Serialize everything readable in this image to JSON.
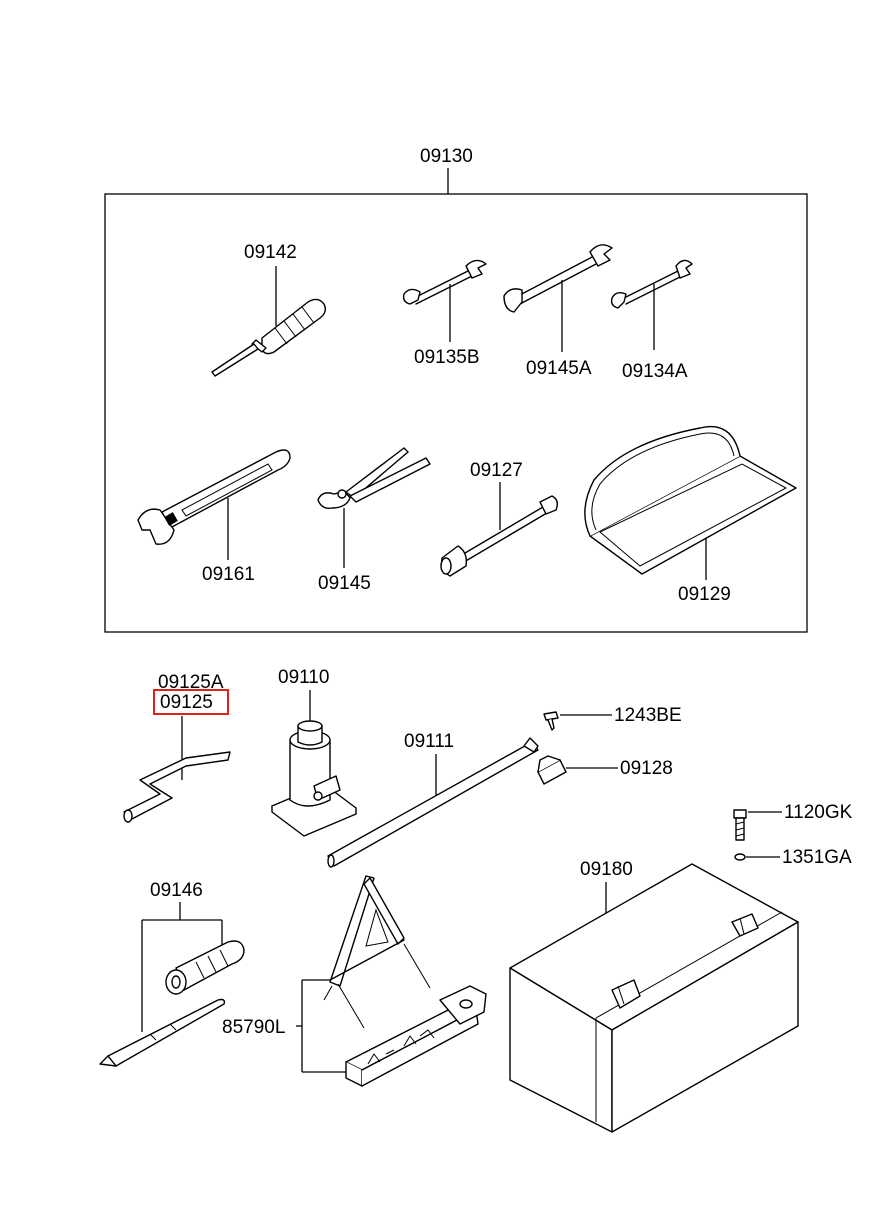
{
  "labels": {
    "kit": "09130",
    "screwdriver": "09142",
    "wrench_09135b": "09135B",
    "wrench_09145a": "09145A",
    "wrench_09134a": "09134A",
    "adjustable_wrench": "09161",
    "pliers": "09145",
    "socket_bar": "09127",
    "tool_bag": "09129",
    "handle_alt": "09125A",
    "handle": "09125",
    "jack": "09110",
    "extension_bar": "09111",
    "bolt_small": "1243BE",
    "clip": "09128",
    "bolt": "1120GK",
    "nut": "1351GA",
    "screwdriver_set": "09146",
    "warning_triangle": "85790L",
    "tool_box": "09180"
  },
  "highlight": {
    "label": "09125",
    "color": "#e0201c"
  }
}
